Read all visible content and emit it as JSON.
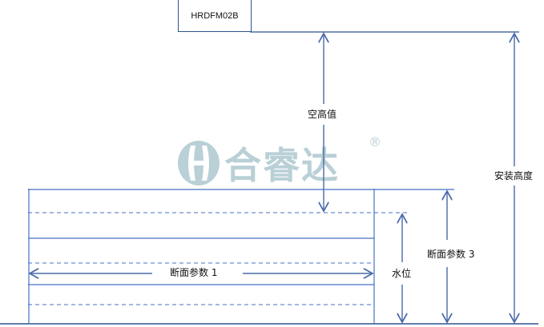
{
  "device": {
    "label": "HRDFM02B"
  },
  "watermark": {
    "text": "合睿达",
    "registered": "®",
    "color": "#b9d0d6"
  },
  "dimensions": {
    "air_gap": "空高值",
    "install_height": "安装高度",
    "section_param_1": "断面参数 1",
    "water_level": "水位",
    "section_param_3": "断面参数 3"
  },
  "colors": {
    "line": "#2f528f",
    "arrow": "#4a6aa8",
    "dashed": "#4472c4"
  }
}
